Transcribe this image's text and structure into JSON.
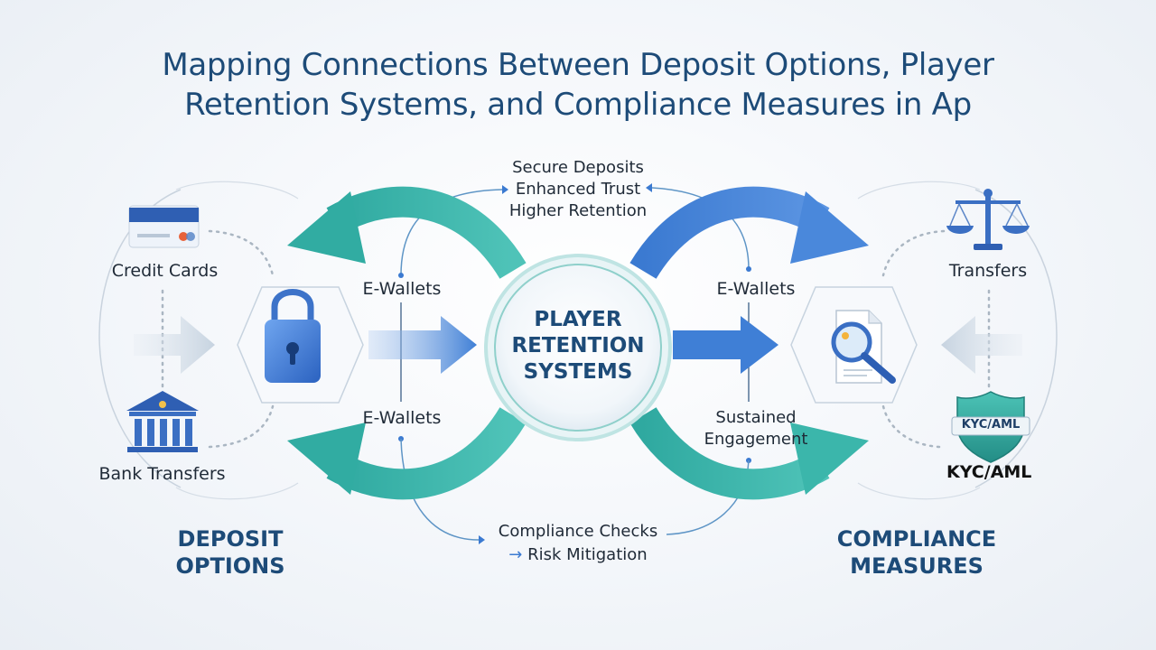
{
  "title": {
    "line1": "Mapping Connections Between Deposit Options, Player",
    "line2": "Retention Systems, and Compliance Measures in Ap"
  },
  "center": {
    "line1": "PLAYER",
    "line2": "RETENTION",
    "line3": "SYSTEMS"
  },
  "top_box": {
    "line1": "Secure Deposits",
    "line2": "Enhanced Trust",
    "line3": "Higher Retention"
  },
  "bottom_box": {
    "line1": "Compliance Checks",
    "line2": "Risk Mitigation"
  },
  "left": {
    "credit_cards": "Credit Cards",
    "bank_transfers": "Bank Transfers",
    "section_line1": "DEPOSIT",
    "section_line2": "OPTIONS"
  },
  "right": {
    "transfers": "Transfers",
    "kyc_badge": "KYC/AML",
    "kyc_label": "KYC/AML",
    "section_line1": "COMPLIANCE",
    "section_line2": "MEASURES"
  },
  "mid_labels": {
    "left_top": "E-Wallets",
    "left_bottom": "E-Wallets",
    "right_top": "E-Wallets",
    "right_bottom_line1": "Sustained",
    "right_bottom_line2": "Engagement"
  },
  "colors": {
    "title": "#1d4b78",
    "teal": "#35b3a8",
    "blue": "#3a78d0",
    "node_border": "#c7d3df"
  },
  "icons": {
    "credit_card": "credit-card-icon",
    "bank": "bank-icon",
    "padlock": "padlock-icon",
    "scales": "scales-icon",
    "document_search": "document-search-icon",
    "shield": "shield-icon"
  }
}
